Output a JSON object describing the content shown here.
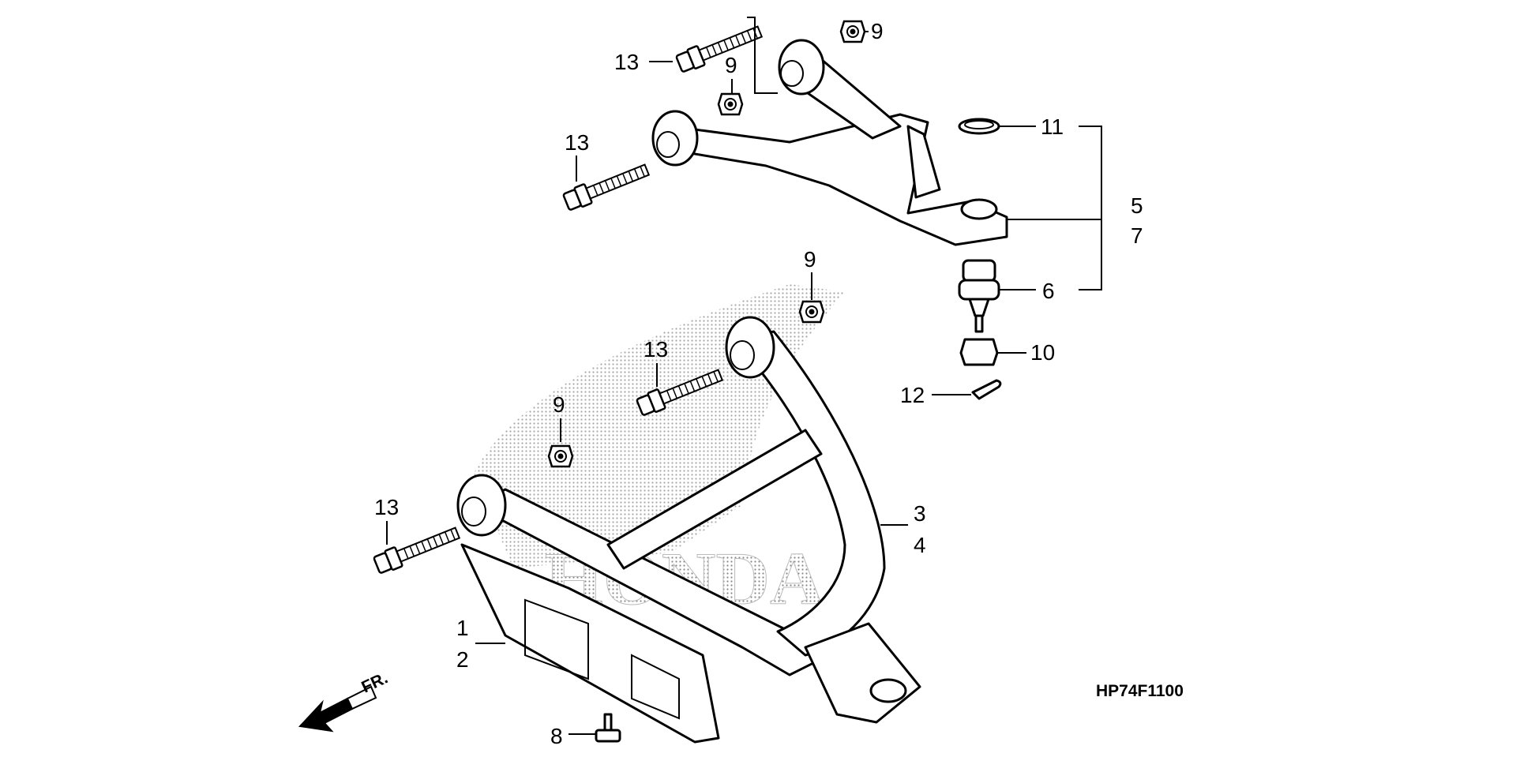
{
  "diagram_code": "HP74F1100",
  "front_arrow_label": "FR.",
  "watermark": "HONDA",
  "callouts": {
    "c1": "1",
    "c2": "2",
    "c3": "3",
    "c4": "4",
    "c5": "5",
    "c6": "6",
    "c7": "7",
    "c8": "8",
    "c9a": "9",
    "c9b": "9",
    "c9c": "9",
    "c9d": "9",
    "c10": "10",
    "c11": "11",
    "c12": "12",
    "c13a": "13",
    "c13b": "13",
    "c13c": "13",
    "c13d": "13"
  },
  "parts": [
    {
      "ref": "1",
      "name": "skid-plate"
    },
    {
      "ref": "2",
      "name": "skid-plate"
    },
    {
      "ref": "3",
      "name": "lower-arm"
    },
    {
      "ref": "4",
      "name": "lower-arm"
    },
    {
      "ref": "5",
      "name": "upper-arm"
    },
    {
      "ref": "6",
      "name": "ball-joint"
    },
    {
      "ref": "7",
      "name": "upper-arm"
    },
    {
      "ref": "8",
      "name": "bolt"
    },
    {
      "ref": "9",
      "name": "nut"
    },
    {
      "ref": "10",
      "name": "castle-nut"
    },
    {
      "ref": "11",
      "name": "circlip"
    },
    {
      "ref": "12",
      "name": "cotter-pin"
    },
    {
      "ref": "13",
      "name": "flange-bolt"
    }
  ]
}
